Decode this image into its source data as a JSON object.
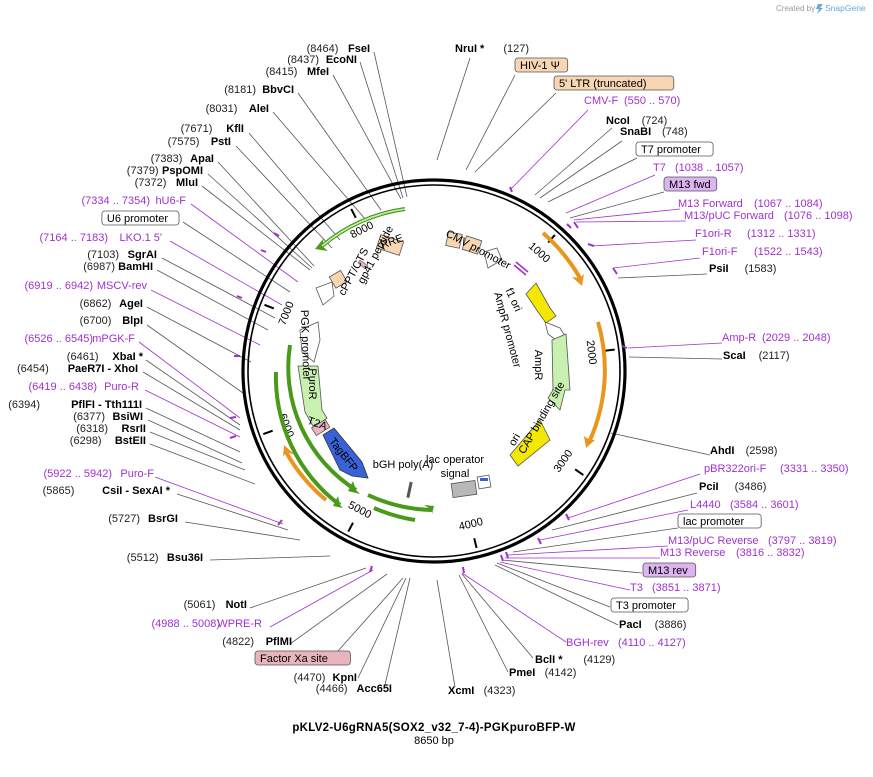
{
  "header": {
    "created_by": "Created by",
    "brand": "SnapGene"
  },
  "plasmid": {
    "name": "pKLV2-U6gRNA5(SOX2_v32_7-4)-PGKpuroBFP-W",
    "length_label": "8650 bp",
    "length_bp": 8650
  },
  "ticks": [
    "1000",
    "2000",
    "3000",
    "4000",
    "5000",
    "6000",
    "7000",
    "8000"
  ],
  "colors": {
    "backbone": "#000000",
    "primer": "#a030d0",
    "enzyme_line": "#555555",
    "promoter_green": "#4a9a1a",
    "orange_arrow": "#e8961c",
    "yellow": "#f4e800",
    "blue": "#3a62d8",
    "light_green": "#c8f0b0",
    "peach": "#f7d6b4",
    "pink": "#e8b4c0",
    "violet_fill": "#dcb4f0"
  },
  "labels": [
    {
      "kind": "enzyme",
      "name": "NruI *",
      "pos": "(127)"
    },
    {
      "kind": "boxed_peach",
      "name": "HIV-1 Ψ"
    },
    {
      "kind": "boxed_peach",
      "name": "5' LTR (truncated)"
    },
    {
      "kind": "primer",
      "name": "CMV-F",
      "pos": "(550 .. 570)"
    },
    {
      "kind": "enzyme",
      "name": "NcoI",
      "pos": "(724)"
    },
    {
      "kind": "enzyme",
      "name": "SnaBI",
      "pos": "(748)"
    },
    {
      "kind": "boxed_white",
      "name": "T7 promoter"
    },
    {
      "kind": "primer",
      "name": "T7",
      "pos": "(1038 .. 1057)"
    },
    {
      "kind": "boxed_violet",
      "name": "M13 fwd"
    },
    {
      "kind": "primer",
      "name": "M13 Forward",
      "pos": "(1067 .. 1084)"
    },
    {
      "kind": "primer",
      "name": "M13/pUC Forward",
      "pos": "(1076 .. 1098)"
    },
    {
      "kind": "primer",
      "name": "F1ori-R",
      "pos": "(1312 .. 1331)"
    },
    {
      "kind": "primer",
      "name": "F1ori-F",
      "pos": "(1522 .. 1543)"
    },
    {
      "kind": "enzyme",
      "name": "PsiI",
      "pos": "(1583)"
    },
    {
      "kind": "primer",
      "name": "Amp-R",
      "pos": "(2029 .. 2048)"
    },
    {
      "kind": "enzyme",
      "name": "ScaI",
      "pos": "(2117)"
    },
    {
      "kind": "enzyme",
      "name": "AhdI",
      "pos": "(2598)"
    },
    {
      "kind": "primer",
      "name": "pBR322ori-F",
      "pos": "(3331 .. 3350)"
    },
    {
      "kind": "enzyme",
      "name": "PciI",
      "pos": "(3486)"
    },
    {
      "kind": "primer",
      "name": "L4440",
      "pos": "(3584 .. 3601)"
    },
    {
      "kind": "boxed_white",
      "name": "lac promoter"
    },
    {
      "kind": "primer",
      "name": "M13/pUC Reverse",
      "pos": "(3797 .. 3819)"
    },
    {
      "kind": "primer",
      "name": "M13 Reverse",
      "pos": "(3816 .. 3832)"
    },
    {
      "kind": "boxed_violet",
      "name": "M13 rev"
    },
    {
      "kind": "primer",
      "name": "T3",
      "pos": "(3851 .. 3871)"
    },
    {
      "kind": "boxed_white",
      "name": "T3 promoter"
    },
    {
      "kind": "enzyme",
      "name": "PacI",
      "pos": "(3886)"
    },
    {
      "kind": "primer",
      "name": "BGH-rev",
      "pos": "(4110 .. 4127)"
    },
    {
      "kind": "enzyme",
      "name": "BclI *",
      "pos": "(4129)"
    },
    {
      "kind": "enzyme",
      "name": "PmeI",
      "pos": "(4142)"
    },
    {
      "kind": "enzyme",
      "name": "XcmI",
      "pos": "(4323)"
    },
    {
      "kind": "enzyme",
      "name": "Acc65I",
      "pos": "(4466)"
    },
    {
      "kind": "enzyme",
      "name": "KpnI",
      "pos": "(4470)"
    },
    {
      "kind": "boxed_pink",
      "name": "Factor Xa site"
    },
    {
      "kind": "enzyme",
      "name": "PflMI",
      "pos": "(4822)"
    },
    {
      "kind": "primer",
      "name": "WPRE-R",
      "pos": "(4988 .. 5008)"
    },
    {
      "kind": "enzyme",
      "name": "NotI",
      "pos": "(5061)"
    },
    {
      "kind": "enzyme",
      "name": "Bsu36I",
      "pos": "(5512)"
    },
    {
      "kind": "enzyme",
      "name": "BsrGI",
      "pos": "(5727)"
    },
    {
      "kind": "enzyme",
      "name": "CsiI - SexAI *",
      "pos": "(5865)"
    },
    {
      "kind": "primer",
      "name": "Puro-F",
      "pos": "(5922 .. 5942)"
    },
    {
      "kind": "enzyme",
      "name": "BstEII",
      "pos": "(6298)"
    },
    {
      "kind": "enzyme",
      "name": "RsrII",
      "pos": "(6318)"
    },
    {
      "kind": "enzyme",
      "name": "BsiWI",
      "pos": "(6377)"
    },
    {
      "kind": "enzyme",
      "name": "PflFI - Tth111I",
      "pos": "(6394)"
    },
    {
      "kind": "primer",
      "name": "Puro-R",
      "pos": "(6419 .. 6438)"
    },
    {
      "kind": "enzyme",
      "name": "PaeR7I - XhoI",
      "pos": "(6454)"
    },
    {
      "kind": "enzyme",
      "name": "XbaI *",
      "pos": "(6461)"
    },
    {
      "kind": "primer",
      "name": "mPGK-F",
      "pos": "(6526 .. 6545)"
    },
    {
      "kind": "enzyme",
      "name": "BlpI",
      "pos": "(6700)"
    },
    {
      "kind": "enzyme",
      "name": "AgeI",
      "pos": "(6862)"
    },
    {
      "kind": "primer",
      "name": "MSCV-rev",
      "pos": "(6919 .. 6942)"
    },
    {
      "kind": "enzyme",
      "name": "BamHI",
      "pos": "(6987)"
    },
    {
      "kind": "enzyme",
      "name": "SgrAI",
      "pos": "(7103)"
    },
    {
      "kind": "primer",
      "name": "LKO.1 5'",
      "pos": "(7164 .. 7183)"
    },
    {
      "kind": "boxed_white",
      "name": "U6 promoter"
    },
    {
      "kind": "primer",
      "name": "hU6-F",
      "pos": "(7334 .. 7354)"
    },
    {
      "kind": "enzyme",
      "name": "MluI",
      "pos": "(7372)"
    },
    {
      "kind": "enzyme",
      "name": "PspOMI",
      "pos": "(7379)"
    },
    {
      "kind": "enzyme",
      "name": "ApaI",
      "pos": "(7383)"
    },
    {
      "kind": "enzyme",
      "name": "PstI",
      "pos": "(7575)"
    },
    {
      "kind": "enzyme",
      "name": "KflI",
      "pos": "(7671)"
    },
    {
      "kind": "enzyme",
      "name": "AleI",
      "pos": "(8031)"
    },
    {
      "kind": "enzyme",
      "name": "BbvCI",
      "pos": "(8181)"
    },
    {
      "kind": "enzyme",
      "name": "MfeI",
      "pos": "(8415)"
    },
    {
      "kind": "enzyme",
      "name": "EcoNI",
      "pos": "(8437)"
    },
    {
      "kind": "enzyme",
      "name": "FseI",
      "pos": "(8464)"
    }
  ],
  "features": [
    {
      "name": "CMV promoter"
    },
    {
      "name": "RRE"
    },
    {
      "name": "gp41 peptide"
    },
    {
      "name": "cPPT/CTS"
    },
    {
      "name": "f1 ori"
    },
    {
      "name": "AmpR promoter"
    },
    {
      "name": "AmpR"
    },
    {
      "name": "CAP binding site"
    },
    {
      "name": "ori"
    },
    {
      "name": "lac operator"
    },
    {
      "name": "signal"
    },
    {
      "name": "bGH poly(A)"
    },
    {
      "name": "TagBFP"
    },
    {
      "name": "T2A"
    },
    {
      "name": "PuroR"
    },
    {
      "name": "PGK promoter"
    }
  ]
}
